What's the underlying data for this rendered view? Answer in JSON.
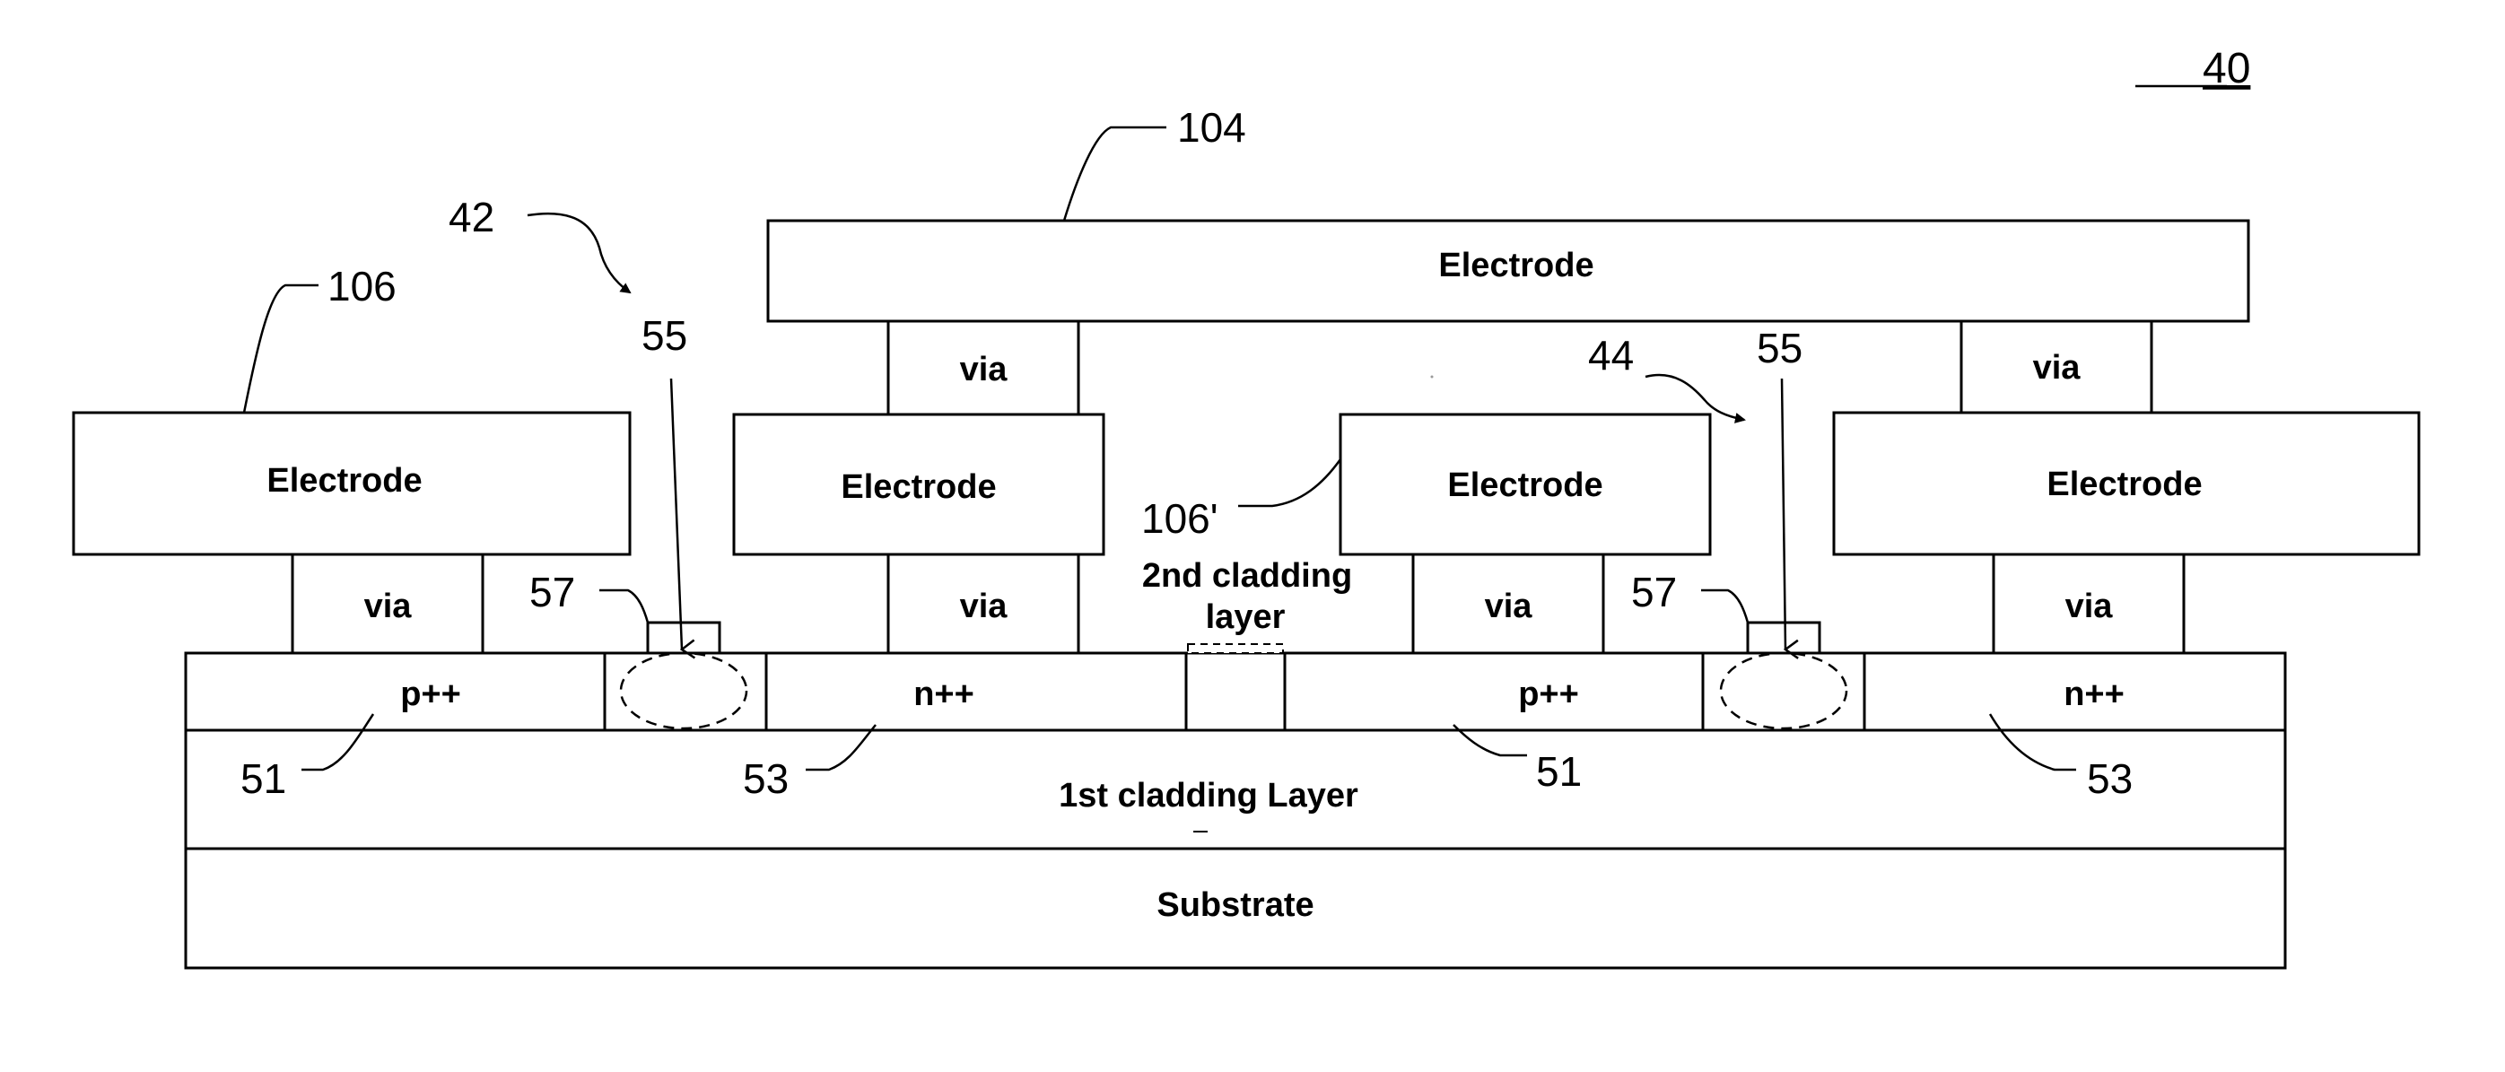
{
  "figure_number": "40",
  "labels": {
    "electrode": "Electrode",
    "via": "via",
    "p_doped": "p++",
    "n_doped": "n++",
    "second_cladding": [
      "2nd cladding",
      "layer"
    ],
    "first_cladding": "1st cladding Layer",
    "substrate": "Substrate"
  },
  "refs": {
    "r104": "104",
    "r106": "106",
    "r106p": "106'",
    "r42": "42",
    "r44": "44",
    "r55a": "55",
    "r55b": "55",
    "r57a": "57",
    "r57b": "57",
    "r51a": "51",
    "r51b": "51",
    "r53a": "53",
    "r53b": "53"
  }
}
